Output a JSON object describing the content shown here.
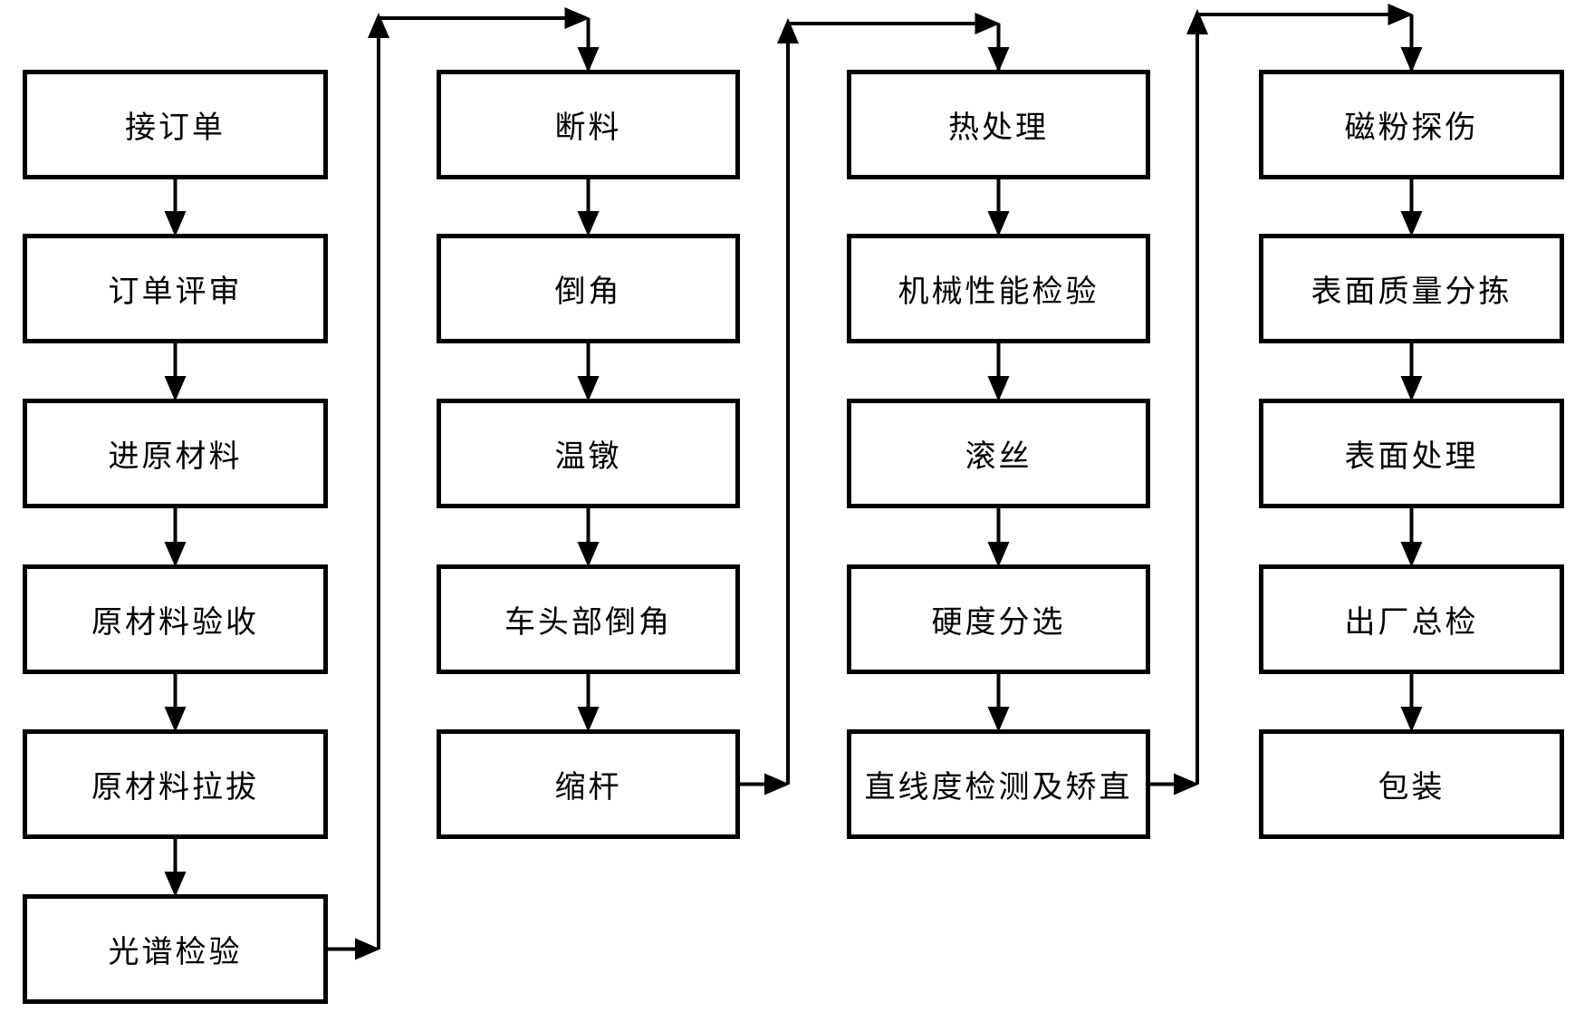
{
  "diagram": {
    "type": "flowchart",
    "title": "",
    "direction": "top-to-bottom within each column, columns chained left-to-right",
    "columns": [
      {
        "boxes": [
          "接订单",
          "订单评审",
          "进原材料",
          "原材料验收",
          "原材料拉拔",
          "光谱检验"
        ]
      },
      {
        "boxes": [
          "断料",
          "倒角",
          "温镦",
          "车头部倒角",
          "缩杆"
        ]
      },
      {
        "boxes": [
          "热处理",
          "机械性能检验",
          "滚丝",
          "硬度分选",
          "直线度检测及矫直"
        ]
      },
      {
        "boxes": [
          "磁粉探伤",
          "表面质量分拣",
          "表面处理",
          "出厂总检",
          "包装"
        ]
      }
    ],
    "column_connectors": [
      {
        "from": "光谱检验",
        "to": "断料"
      },
      {
        "from": "缩杆",
        "to": "热处理"
      },
      {
        "from": "直线度检测及矫直",
        "to": "磁粉探伤"
      }
    ],
    "flow_order": [
      "接订单",
      "订单评审",
      "进原材料",
      "原材料验收",
      "原材料拉拔",
      "光谱检验",
      "断料",
      "倒角",
      "温镦",
      "车头部倒角",
      "缩杆",
      "热处理",
      "机械性能检验",
      "滚丝",
      "硬度分选",
      "直线度检测及矫直",
      "磁粉探伤",
      "表面质量分拣",
      "表面处理",
      "出厂总检",
      "包装"
    ],
    "colors": {
      "background": "#ffffff",
      "box_fill": "#ffffff",
      "box_border": "#000000",
      "arrow": "#000000",
      "text": "#000000"
    }
  }
}
